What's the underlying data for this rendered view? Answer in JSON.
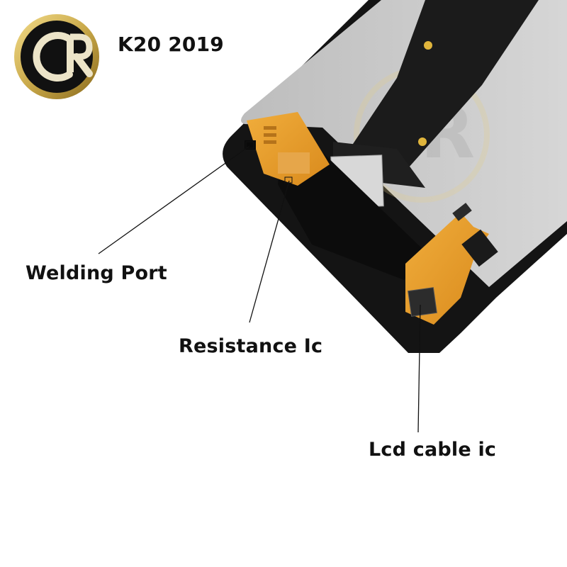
{
  "header": {
    "model_title": "K20 2019"
  },
  "callouts": {
    "welding_port": "Welding Port",
    "resistance_ic": "Resistance Ic",
    "lcd_cable_ic": "Lcd cable ic"
  },
  "logo": {
    "text": "CR",
    "watermark_text": "CR"
  },
  "colors": {
    "logo_gold": "#c9a94a",
    "logo_black": "#111111",
    "flex_orange": "#e59a2a",
    "panel_black": "#141414",
    "panel_gray": "#c9c9c9"
  }
}
